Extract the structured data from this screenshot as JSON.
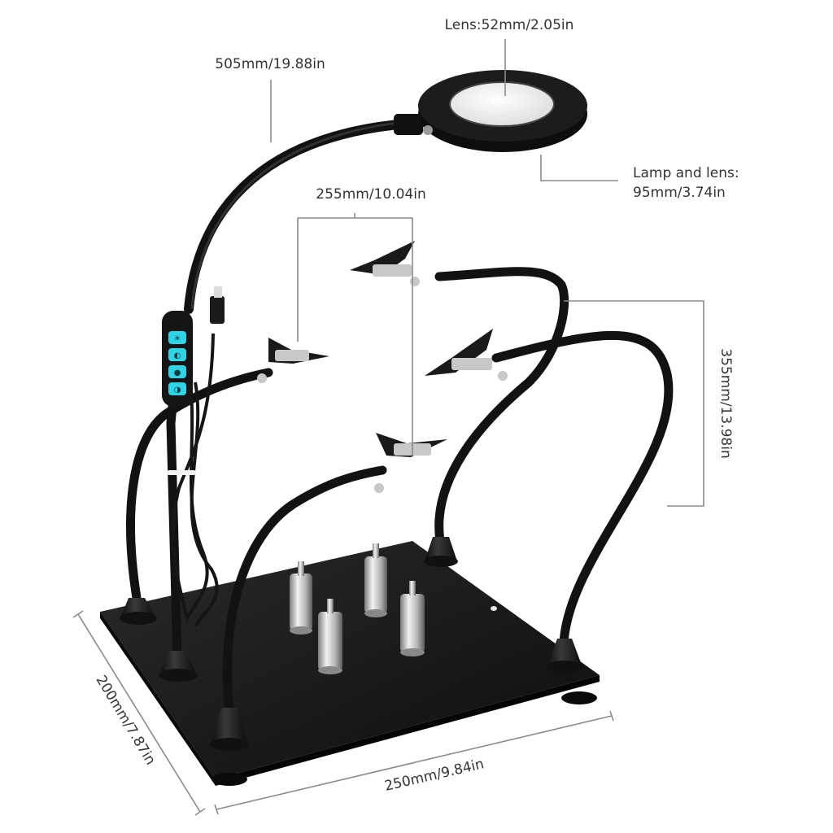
{
  "labels": {
    "lens": "Lens:52mm/2.05in",
    "arm_length": "505mm/19.88in",
    "lamp_line1": "Lamp and lens:",
    "lamp_line2": "95mm/3.74in",
    "clip_spacing": "255mm/10.04in",
    "height": "355mm/13.98in",
    "depth": "200mm/7.87in",
    "width": "250mm/9.84in"
  },
  "colors": {
    "metal": "#121212",
    "base": "#1a1a1a",
    "clip": "#c8c8c8",
    "control_led": "#2fd3e6",
    "dimension_line": "#8a8a8a",
    "text": "#333333"
  },
  "controls": {
    "buttons": [
      "light-icon",
      "dim-icon",
      "bright-icon",
      "mode-icon"
    ]
  }
}
